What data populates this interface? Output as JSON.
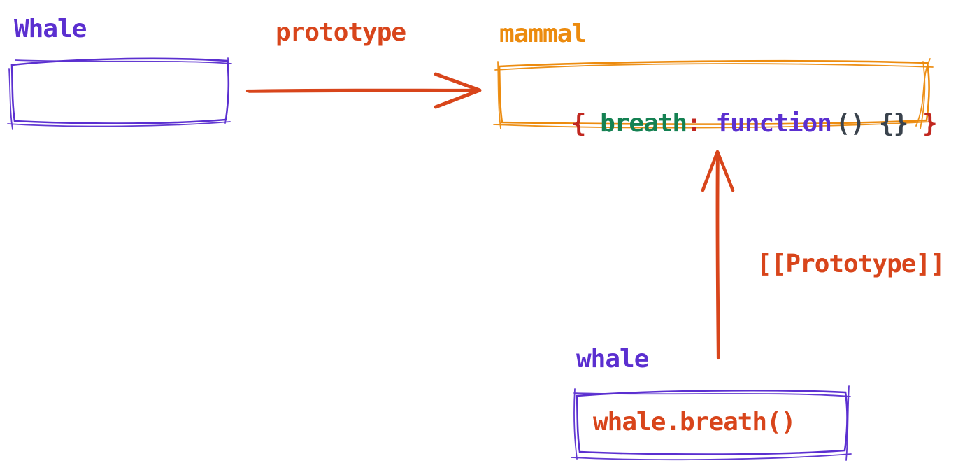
{
  "colors": {
    "purple": "#5B2FD0",
    "red_orange": "#D8451B",
    "orange": "#EC8B0E",
    "green": "#148152",
    "dark_gray": "#3A434D",
    "crimson": "#C1271F",
    "background": "#FFFFFF"
  },
  "nodes": {
    "whale_constructor": {
      "label": "Whale",
      "box_content": ""
    },
    "mammal": {
      "label": "mammal",
      "code_tokens": [
        {
          "text": "{ ",
          "role": "brace-open"
        },
        {
          "text": "breath",
          "role": "property-name"
        },
        {
          "text": ":",
          "role": "colon"
        },
        {
          "text": " function",
          "role": "keyword"
        },
        {
          "text": "()",
          "role": "parens"
        },
        {
          "text": " {}",
          "role": "function-body-braces"
        },
        {
          "text": " }",
          "role": "brace-close"
        }
      ]
    },
    "whale_instance": {
      "label": "whale",
      "code": "whale.breath()"
    }
  },
  "edges": {
    "prototype": {
      "label": "prototype",
      "direction": "right"
    },
    "internal_prototype": {
      "label": "[[Prototype]]",
      "direction": "up"
    }
  }
}
